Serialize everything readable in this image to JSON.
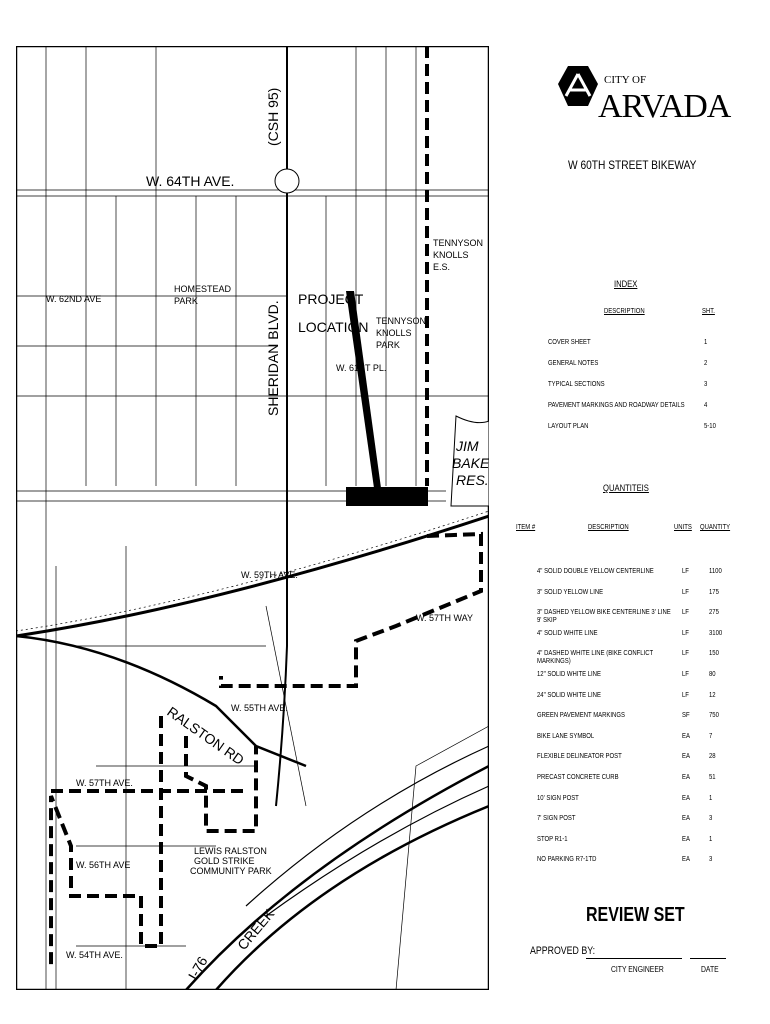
{
  "header": {
    "city_of": "CITY OF",
    "city": "ARVADA",
    "project_title": "W 60TH STREET BIKEWAY"
  },
  "index": {
    "title": "INDEX",
    "col_description": "DESCRIPTION",
    "col_sheet": "SHT.",
    "rows": [
      {
        "description": "COVER SHEET",
        "sheet": "1"
      },
      {
        "description": "GENERAL NOTES",
        "sheet": "2"
      },
      {
        "description": "TYPICAL SECTIONS",
        "sheet": "3"
      },
      {
        "description": "PAVEMENT MARKINGS AND ROADWAY DETAILS",
        "sheet": "4"
      },
      {
        "description": "LAYOUT PLAN",
        "sheet": "5-10"
      }
    ]
  },
  "quantities": {
    "title": "QUANTITEIS",
    "col_item": "ITEM #",
    "col_description": "DESCRIPTION",
    "col_units": "UNITS",
    "col_quantity": "QUANTITY",
    "rows": [
      {
        "description": "4\" SOLID DOUBLE YELLOW CENTERLINE",
        "units": "LF",
        "quantity": "1100"
      },
      {
        "description": "3\" SOLID YELLOW LINE",
        "units": "LF",
        "quantity": "175"
      },
      {
        "description": "3\" DASHED YELLOW BIKE CENTERLINE 3' LINE 9' SKIP",
        "units": "LF",
        "quantity": "275"
      },
      {
        "description": "4\" SOLID WHITE LINE",
        "units": "LF",
        "quantity": "3100"
      },
      {
        "description": "4\" DASHED WHITE LINE (BIKE CONFLICT MARKINGS)",
        "units": "LF",
        "quantity": "150"
      },
      {
        "description": "12\" SOLID WHITE LINE",
        "units": "LF",
        "quantity": "80"
      },
      {
        "description": "24\" SOLID WHITE LINE",
        "units": "LF",
        "quantity": "12"
      },
      {
        "description": "GREEN PAVEMENT MARKINGS",
        "units": "SF",
        "quantity": "750"
      },
      {
        "description": "BIKE LANE SYMBOL",
        "units": "EA",
        "quantity": "7"
      },
      {
        "description": "FLEXIBLE DELINEATOR POST",
        "units": "EA",
        "quantity": "28"
      },
      {
        "description": "PRECAST CONCRETE CURB",
        "units": "EA",
        "quantity": "51"
      },
      {
        "description": "10' SIGN POST",
        "units": "EA",
        "quantity": "1"
      },
      {
        "description": "7' SIGN POST",
        "units": "EA",
        "quantity": "3"
      },
      {
        "description": "STOP R1-1",
        "units": "EA",
        "quantity": "1"
      },
      {
        "description": "NO PARKING R7-1TD",
        "units": "EA",
        "quantity": "3"
      }
    ]
  },
  "approval": {
    "stamp": "REVIEW SET",
    "approved_by": "APPROVED BY:",
    "city_engineer": "CITY ENGINEER",
    "date": "DATE"
  },
  "map": {
    "w64th": "W. 64TH AVE.",
    "sheridan": "SHERIDAN BLVD.",
    "csh": "(CSH 95)",
    "project": "PROJECT",
    "location": "LOCATION",
    "tk_es_1": "TENNYSON",
    "tk_es_2": "KNOLLS",
    "tk_es_3": "E.S.",
    "tk_park_1": "TENNYSON",
    "tk_park_2": "KNOLLS",
    "tk_park_3": "PARK",
    "homestead_1": "HOMESTEAD",
    "homestead_2": "PARK",
    "jim": "JIM",
    "baker": "BAKER",
    "res": "RES.",
    "ralston": "RALSTON RD",
    "lewis_1": "LEWIS RALSTON",
    "lewis_2": "GOLD STRIKE",
    "lewis_3": "COMMUNITY PARK",
    "i76": "I-76",
    "creek": "CREEK",
    "w62nd": "W. 62ND AVE",
    "w61st": "W. 61ST PL.",
    "w59th": "W. 59TH AVE.",
    "w57th_way": "W. 57TH WAY",
    "w57th": "W. 57TH AVE.",
    "w56th": "W. 56TH AVE",
    "w55th": "W. 55TH AVE.",
    "w54th": "W. 54TH AVE."
  }
}
